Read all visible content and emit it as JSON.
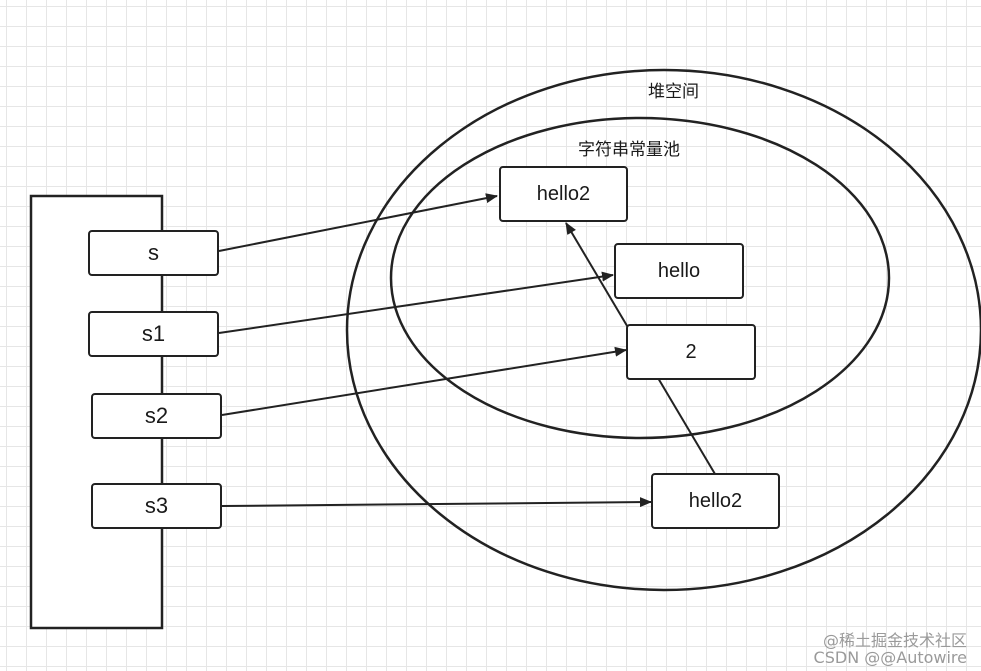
{
  "diagram": {
    "heap_label": "堆空间",
    "pool_label": "字符串常量池",
    "stack_vars": [
      "s",
      "s1",
      "s2",
      "s3"
    ],
    "pool_objects": [
      "hello2",
      "hello",
      "2"
    ],
    "heap_objects": [
      "hello2"
    ],
    "references": [
      {
        "from": "s",
        "to": "hello2 (pool)"
      },
      {
        "from": "s1",
        "to": "hello"
      },
      {
        "from": "s2",
        "to": "2"
      },
      {
        "from": "s3",
        "to": "hello2 (heap)"
      },
      {
        "from": "hello2 (heap)",
        "to": "hello2 (pool)"
      }
    ]
  },
  "watermark": {
    "line1": "@稀土掘金技术社区",
    "line2": "CSDN @@Autowire"
  }
}
